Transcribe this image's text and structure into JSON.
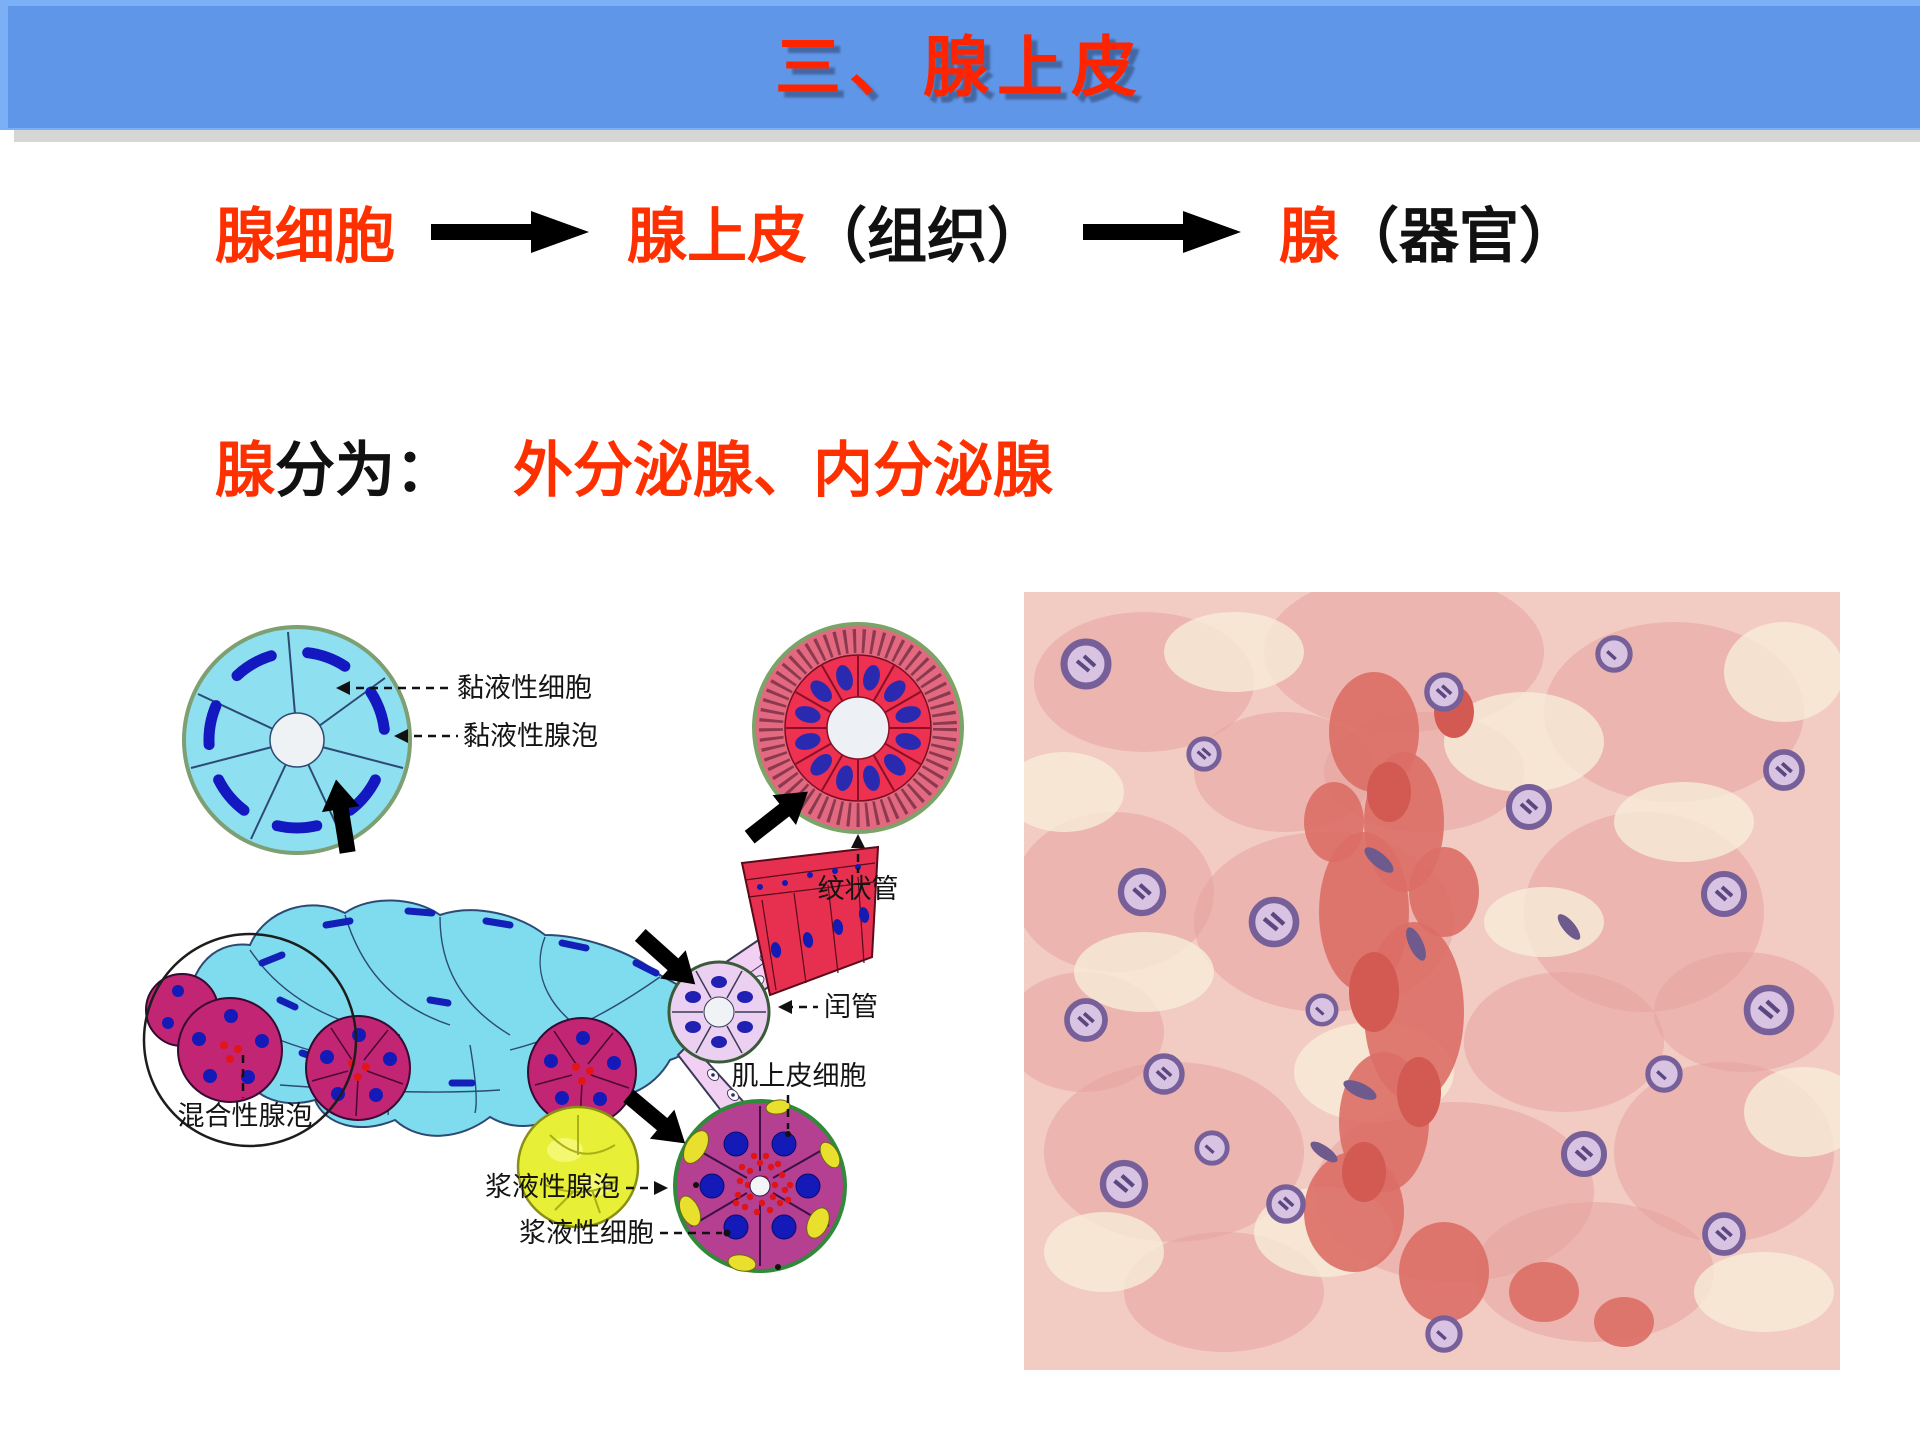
{
  "header": {
    "title": "三、腺上皮"
  },
  "flow": {
    "node1": "腺细胞",
    "node2": "腺上皮",
    "node2_paren": "（组织）",
    "node3": "腺",
    "node3_paren": "（器官）"
  },
  "classification": {
    "lead": "腺",
    "verb": "分为：",
    "types": "外分泌腺、内分泌腺"
  },
  "diagram_labels": {
    "mucous_cell": "黏液性细胞",
    "mucous_acinus": "黏液性腺泡",
    "striated_duct": "纹状管",
    "intercalated_duct": "闰管",
    "myoepithelial_cell": "肌上皮细胞",
    "mixed_acinus": "混合性腺泡",
    "serous_acinus": "浆液性腺泡",
    "serous_cell": "浆液性细胞"
  },
  "colors": {
    "banner_blue": "#6096e8",
    "banner_light": "#7cb0f6",
    "title_red": "#ff2400",
    "text_red": "#ff3000",
    "text_black": "#111111",
    "mucous_cyan": "#7edcee",
    "serous_magenta": "#b53f90",
    "duct_red": "#ee3150",
    "micrograph_pink": "#f2ccc3"
  }
}
